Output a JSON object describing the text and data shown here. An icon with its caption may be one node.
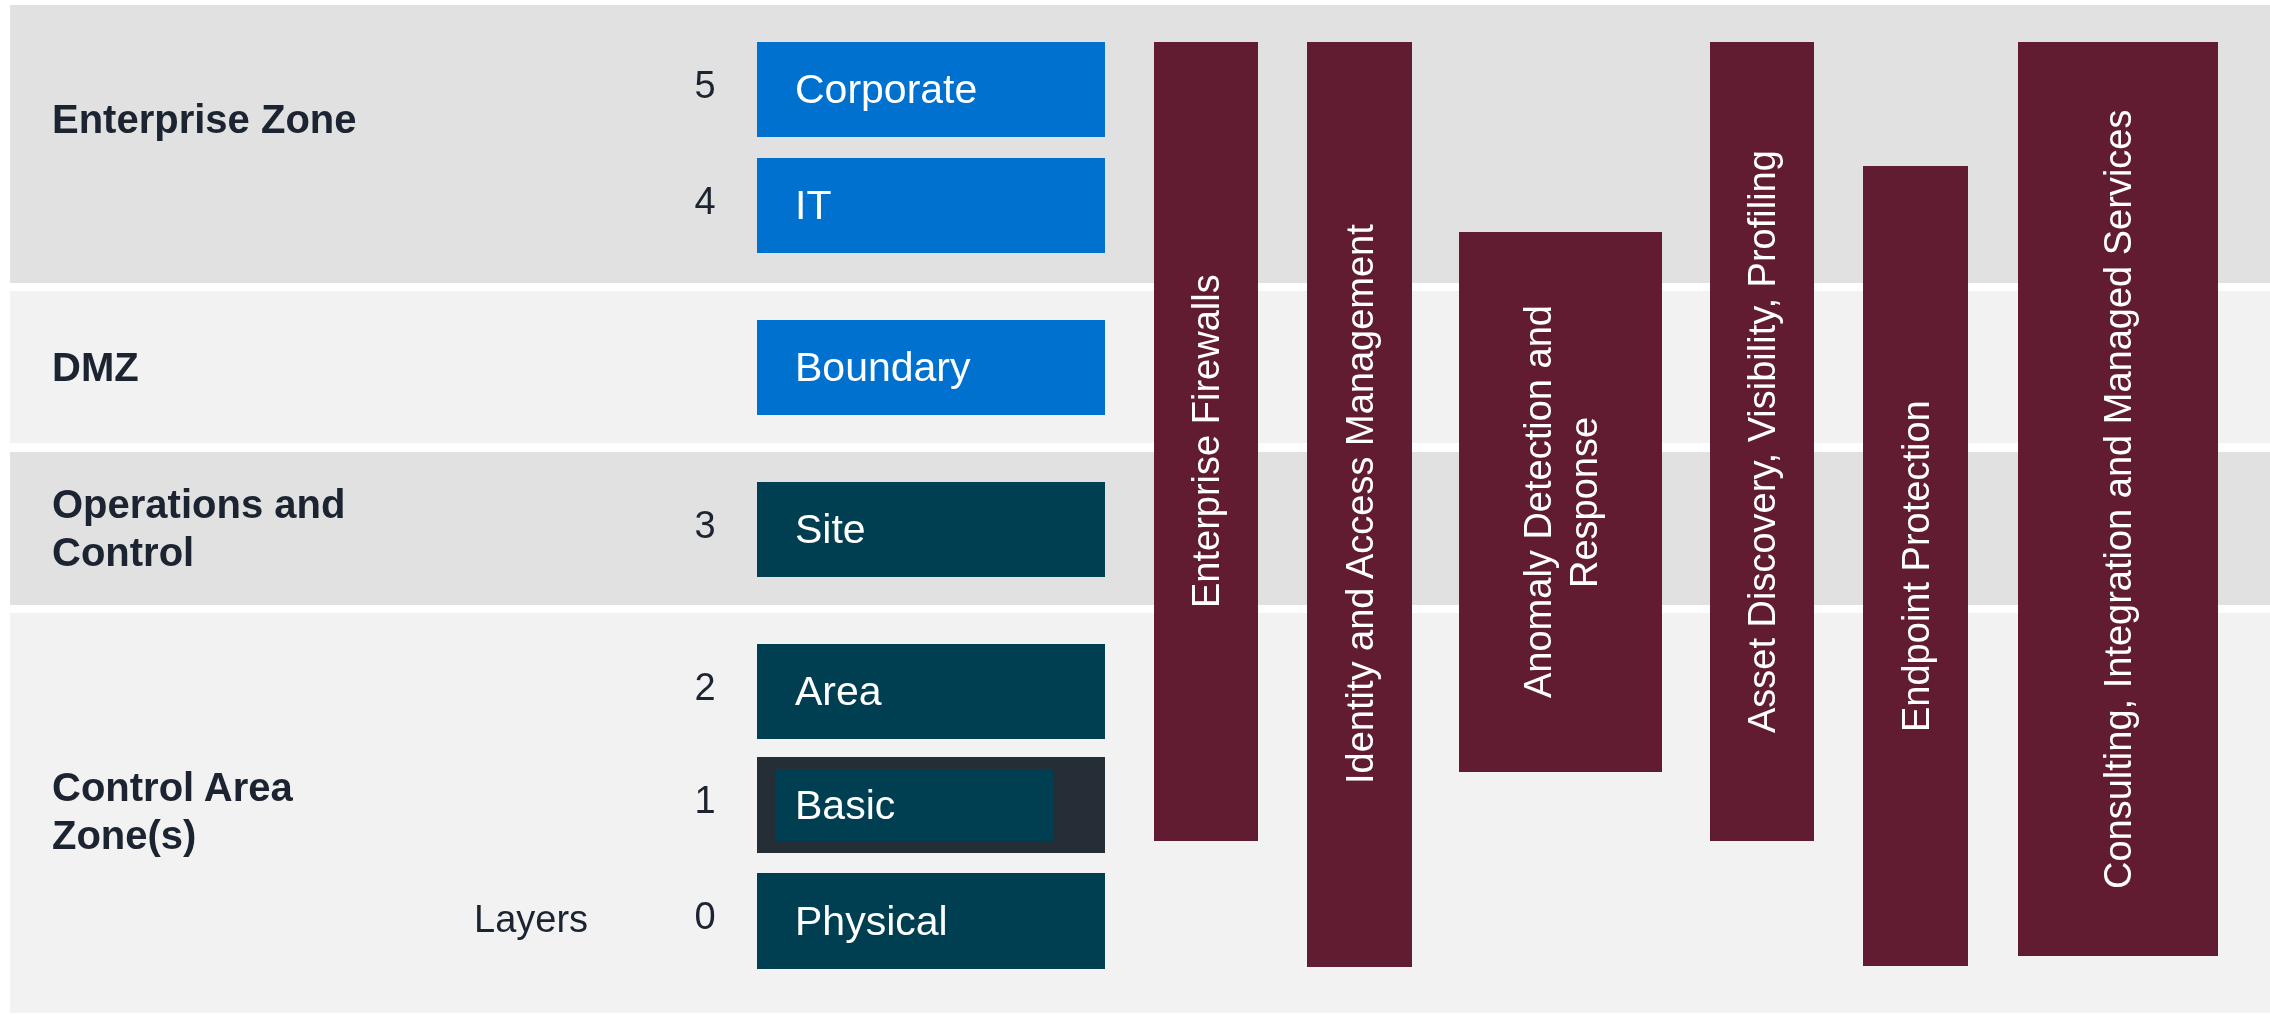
{
  "diagram": {
    "nodes": [
      {
        "text": [
          "Enterprise Zone"
        ]
      },
      {
        "text": [
          "Corporate"
        ],
        "in": 0,
        "beside": [
          "5"
        ]
      },
      {
        "text": [
          "IT"
        ],
        "in": 0,
        "beside": [
          "4"
        ]
      },
      {
        "text": [
          "DMZ"
        ]
      },
      {
        "text": [
          "Boundary"
        ],
        "in": 3
      },
      {
        "text": [
          "Operations and Control"
        ]
      },
      {
        "text": [
          "Site"
        ],
        "in": 5,
        "beside": [
          "3"
        ]
      },
      {
        "text": [
          "Control Area Zone(s)"
        ]
      },
      {
        "text": [
          "Area"
        ],
        "in": 7,
        "beside": [
          "2"
        ]
      },
      {
        "text": [
          "Basic"
        ],
        "in": 7,
        "beside": [
          "1"
        ]
      },
      {
        "text": [
          "Physical"
        ],
        "in": 7,
        "beside": [
          "0"
        ]
      },
      {
        "text": [
          "Enterprise Firewalls"
        ]
      },
      {
        "text": [
          "Identity and Access Management"
        ]
      },
      {
        "text": [
          "Anomaly Detection and Response"
        ]
      },
      {
        "text": [
          "Asset Discovery,  Visibility, Profiling"
        ]
      },
      {
        "text": [
          "Endpoint Protection"
        ]
      },
      {
        "text": [
          "Consulting, Integration and Managed Services"
        ]
      }
    ],
    "labels": [
      "Layers"
    ]
  }
}
